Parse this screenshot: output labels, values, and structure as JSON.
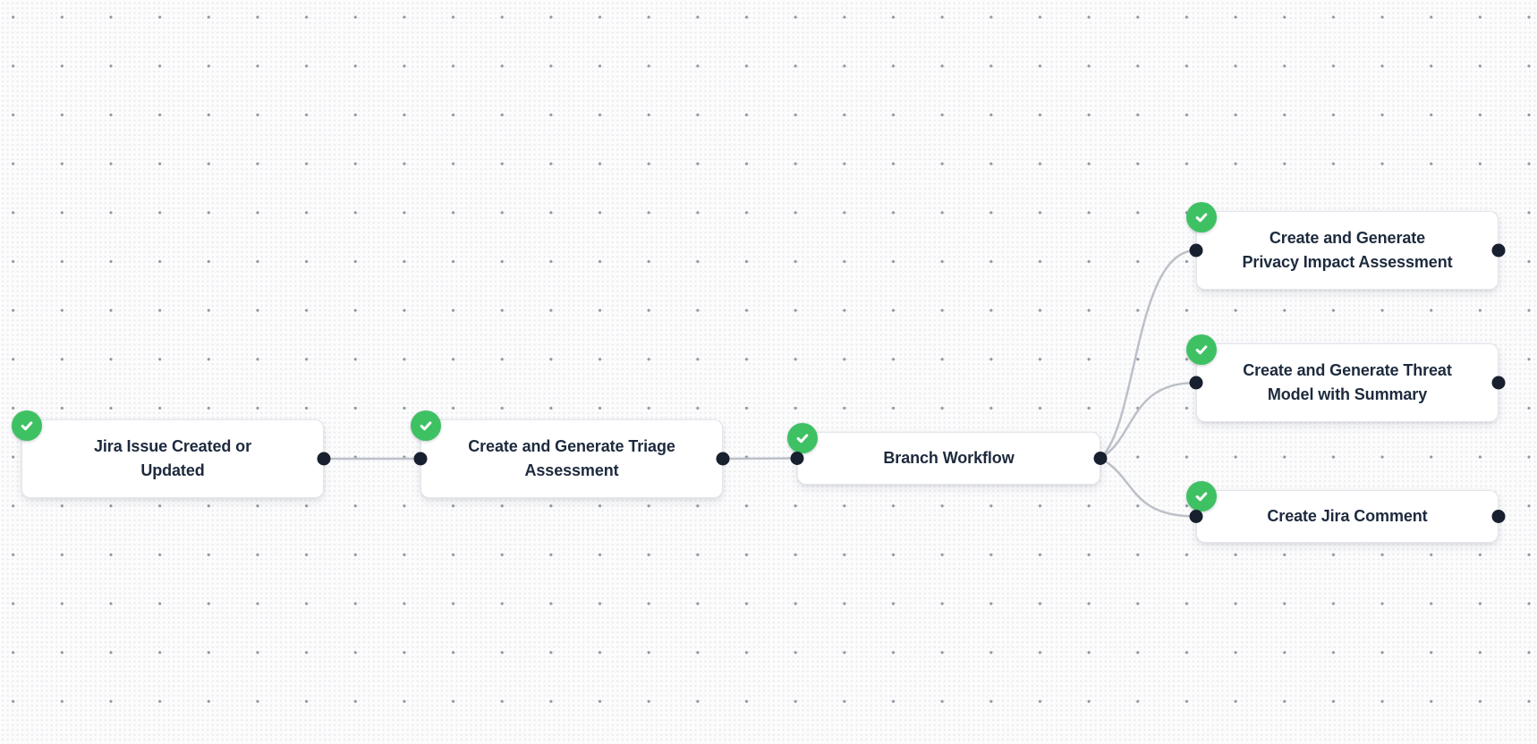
{
  "canvas": {
    "background_color": "#fcfcfd",
    "grid_dot_color": "#7d8592"
  },
  "colors": {
    "status_success": "#3ec163",
    "edge": "#bcc0c8",
    "port_dot": "#18202f",
    "node_text": "#1d2a3d",
    "node_fill": "#ffffff",
    "node_border": "#e3e6eb"
  },
  "workflow": {
    "nodes": [
      {
        "id": "jira-trigger",
        "label": "Jira Issue Created or\nUpdated",
        "status": "success",
        "status_icon": "check-icon",
        "has_input": false,
        "has_output": true
      },
      {
        "id": "triage-assessment",
        "label": "Create and Generate Triage\nAssessment",
        "status": "success",
        "status_icon": "check-icon",
        "has_input": true,
        "has_output": true
      },
      {
        "id": "branch-workflow",
        "label": "Branch Workflow",
        "status": "success",
        "status_icon": "check-icon",
        "has_input": true,
        "has_output": true
      },
      {
        "id": "privacy-impact",
        "label": "Create and Generate\nPrivacy Impact Assessment",
        "status": "success",
        "status_icon": "check-icon",
        "has_input": true,
        "has_output": true
      },
      {
        "id": "threat-model",
        "label": "Create and Generate Threat\nModel with Summary",
        "status": "success",
        "status_icon": "check-icon",
        "has_input": true,
        "has_output": true
      },
      {
        "id": "jira-comment",
        "label": "Create Jira Comment",
        "status": "success",
        "status_icon": "check-icon",
        "has_input": true,
        "has_output": true
      }
    ],
    "edges": [
      {
        "from": "jira-trigger",
        "to": "triage-assessment"
      },
      {
        "from": "triage-assessment",
        "to": "branch-workflow"
      },
      {
        "from": "branch-workflow",
        "to": "privacy-impact"
      },
      {
        "from": "branch-workflow",
        "to": "threat-model"
      },
      {
        "from": "branch-workflow",
        "to": "jira-comment"
      }
    ]
  }
}
